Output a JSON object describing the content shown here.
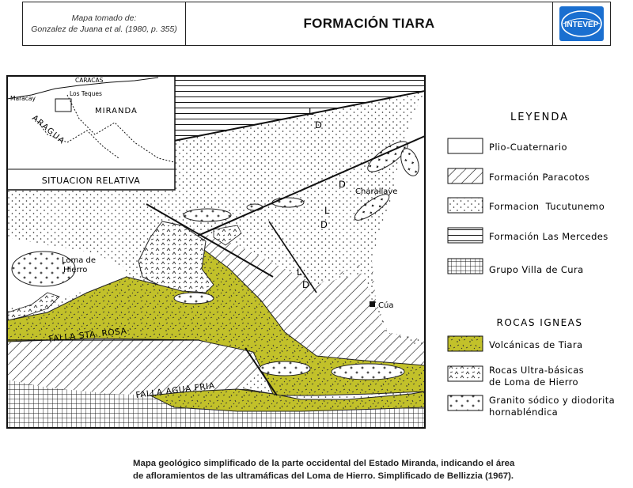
{
  "header": {
    "source_line1": "Mapa tomado de:",
    "source_line2": "Gonzalez de Juana et al. (1980, p. 355)",
    "title": "FORMACIÓN TIARA",
    "logo_text": "INTEVEP",
    "colors": {
      "logo_blue": "#1a6fd0"
    }
  },
  "inset": {
    "title": "SITUACION RELATIVA",
    "places": [
      "CARACAS",
      "Los Teques",
      "Maracay",
      "MIRANDA",
      "ARAGUA"
    ]
  },
  "map_labels": {
    "charallave": "Charallave",
    "cua": "Cúa",
    "loma_line1": "Loma de",
    "loma_line2": "Hierro",
    "falla_sta_rosa": "FALLA STA. ROSA",
    "falla_agua_fria": "FALLA AGUA FRIA",
    "fault_d": "D",
    "fault_l": "L"
  },
  "legend": {
    "title": "LEYENDA",
    "units": [
      {
        "label": "Plio-Cuaternario",
        "pattern": "blank"
      },
      {
        "label": "Formación Paracotos",
        "pattern": "diagonal"
      },
      {
        "label": "Formacion  Tucutunemo",
        "pattern": "dots"
      },
      {
        "label": "Formación Las Mercedes",
        "pattern": "horizontal"
      },
      {
        "label": "Grupo Villa de Cura",
        "pattern": "grid"
      }
    ],
    "igneous_title": "ROCAS IGNEAS",
    "igneous": [
      {
        "label": "Volcánicas de Tiara",
        "pattern": "volcanic"
      },
      {
        "label_line1": "Rocas Ultra-básicas",
        "label_line2": "de Loma de Hierro",
        "pattern": "ultrabasic"
      },
      {
        "label_line1": "Granito sódico y diodorita",
        "label_line2": "hornabléndica",
        "pattern": "granite"
      }
    ],
    "colors": {
      "volcanic": "#c2c12a"
    }
  },
  "caption": {
    "line1": "Mapa geológico simplificado de la parte occidental del Estado Miranda, indicando el área",
    "line2": "de afloramientos de las ultramáficas del Loma de Hierro. Simplificado de Bellizzia (1967)."
  }
}
